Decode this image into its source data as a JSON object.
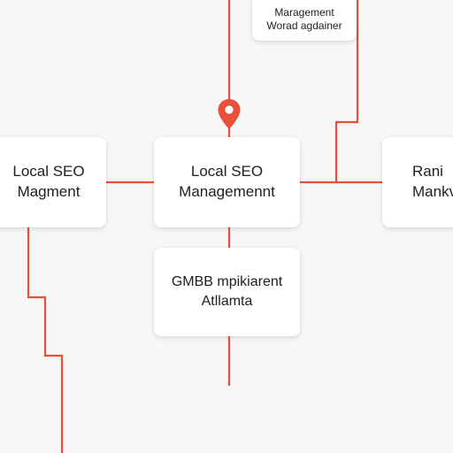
{
  "colors": {
    "accent": "#e8503a",
    "node_background": "#ffffff",
    "canvas_background": "#f7f7f7",
    "text": "#1e1e1e"
  },
  "nodes": {
    "top": {
      "lines": [
        "Maragement",
        "Worad agdainer"
      ]
    },
    "left": {
      "lines": [
        "Local SEO",
        "Magment"
      ]
    },
    "center": {
      "lines": [
        "Local SEO",
        "Managemennt"
      ]
    },
    "right": {
      "lines": [
        "Rani",
        "Mankv"
      ]
    },
    "bottom": {
      "lines": [
        "GMBB mpikiarent",
        "Atllamta"
      ]
    }
  },
  "pin": {
    "icon": "map-pin-icon"
  }
}
